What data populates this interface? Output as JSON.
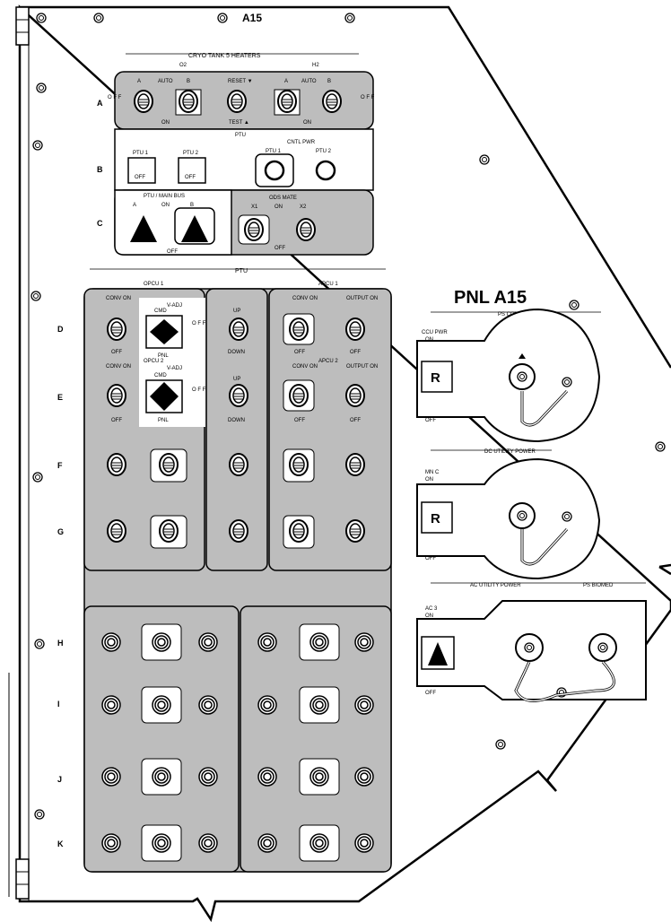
{
  "panel_id": "A15",
  "panel_title": "PNL A15",
  "cryo": {
    "title": "CRYO TANK 5 HEATERS",
    "o2": "O2",
    "h2": "H2",
    "a": "A",
    "auto": "AUTO",
    "b": "B",
    "reset": "RESET ▼",
    "test": "TEST ▲",
    "on": "ON",
    "off_v": "O F F"
  },
  "rows": {
    "A": "A",
    "B": "B",
    "C": "C",
    "D": "D",
    "E": "E",
    "F": "F",
    "G": "G",
    "H": "H",
    "I": "I",
    "J": "J",
    "K": "K"
  },
  "ptu_block": {
    "title": "PTU",
    "ptu1": "PTU 1",
    "ptu2": "PTU 2",
    "off": "OFF",
    "cntl_pwr": "CNTL PWR",
    "main_bus": "PTU / MAIN BUS",
    "a": "A",
    "on": "ON",
    "b": "B",
    "bus_off": "OFF",
    "ods_mate": "ODS MATE",
    "x1": "X1",
    "x2": "X2",
    "ods_off": "OFF"
  },
  "lower": {
    "ptu": "PTU",
    "opcu1": "OPCU 1",
    "opcu2": "OPCU 2",
    "apcu1": "APCU 1",
    "apcu2": "APCU 2",
    "conv_on": "CONV ON",
    "off": "OFF",
    "vadj": "V-ADJ",
    "cmd": "CMD",
    "pnl": "PNL",
    "off_v": "O F F",
    "up": "UP",
    "down": "DOWN",
    "output_on": "OUTPUT ON"
  },
  "right": {
    "ps_comm": "PS COMM",
    "ccu_pwr": "CCU PWR",
    "ccu_on": "ON",
    "ccu_off": "OFF",
    "r": "R",
    "dc_util": "DC UTILITY POWER",
    "mn_c": "MN C",
    "mn_on": "ON",
    "mn_off": "OFF",
    "ac_util": "AC UTILITY POWER",
    "ps_biomed": "PS BIOMED",
    "ac3": "AC 3",
    "ac_on": "ON",
    "ac_off": "OFF"
  }
}
